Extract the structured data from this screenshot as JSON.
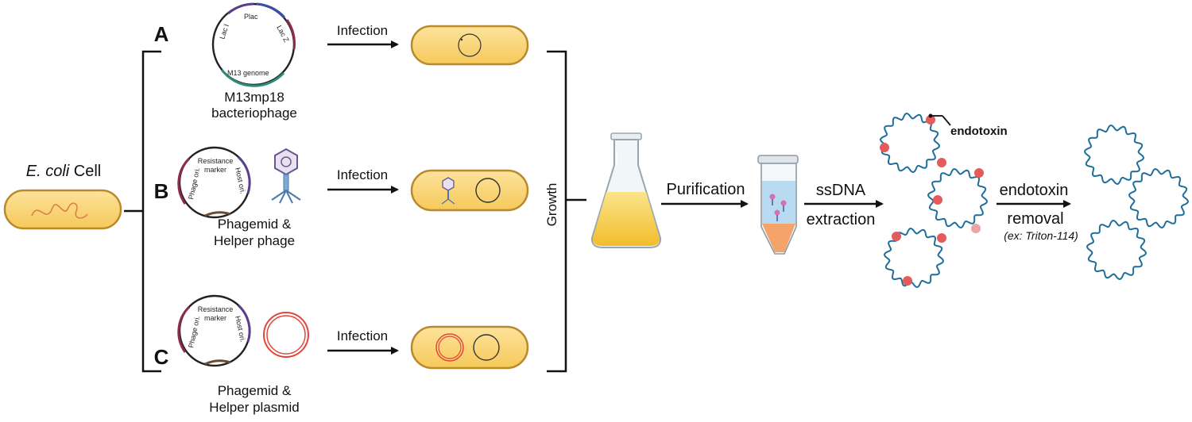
{
  "start": {
    "cell_label_italic": "E. coli",
    "cell_label_rest": " Cell"
  },
  "routes": [
    {
      "letter": "A",
      "caption_line1": "M13mp18",
      "caption_line2": "bacteriophage",
      "plasmid_labels": [
        "Lac I",
        "Plac",
        "Lac Z",
        "M13 genome"
      ]
    },
    {
      "letter": "B",
      "caption_line1": "Phagemid &",
      "caption_line2": "Helper phage",
      "plasmid_labels": [
        "Resistance",
        "marker",
        "Phage ori.",
        "Host ori."
      ]
    },
    {
      "letter": "C",
      "caption_line1": "Phagemid &",
      "caption_line2": "Helper plasmid",
      "plasmid_labels": [
        "Resistance",
        "marker",
        "Phage ori.",
        "Host ori."
      ]
    }
  ],
  "steps": {
    "infection": "Infection",
    "growth": "Growth",
    "purification": "Purification",
    "extraction_line1": "ssDNA",
    "extraction_line2": "extraction",
    "endotoxin_label": "endotoxin",
    "removal_line1": "endotoxin",
    "removal_line2": "removal",
    "removal_example": "(ex: Triton-114)"
  },
  "colors": {
    "cell_fill": "#fbd77e",
    "cell_stroke": "#b98a2c",
    "ssdna": "#1f6f9a",
    "endotoxin": "#e35b5b",
    "flask_liquid": "#f6c945",
    "helper_plasmid": "#e0463c"
  }
}
